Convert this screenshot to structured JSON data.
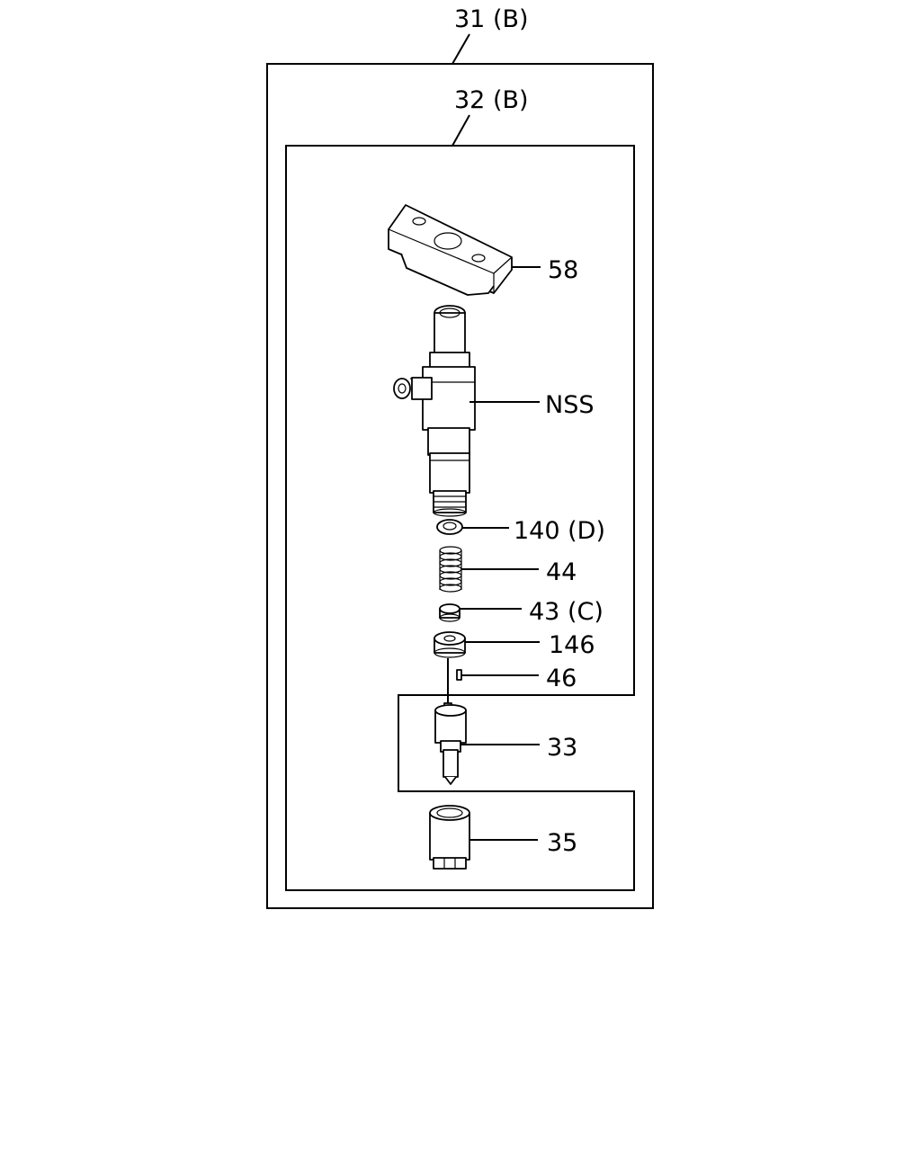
{
  "outer_assembly": {
    "label": "31 (B)"
  },
  "inner_assembly": {
    "label": "32 (B)"
  },
  "parts": {
    "holder_plate": "58",
    "injector_body": "NSS",
    "washer": "140 (D)",
    "spring": "44",
    "spring_seat": "43 (C)",
    "spacer": "146",
    "pin": "46",
    "nozzle": "33",
    "retaining_nut": "35"
  }
}
